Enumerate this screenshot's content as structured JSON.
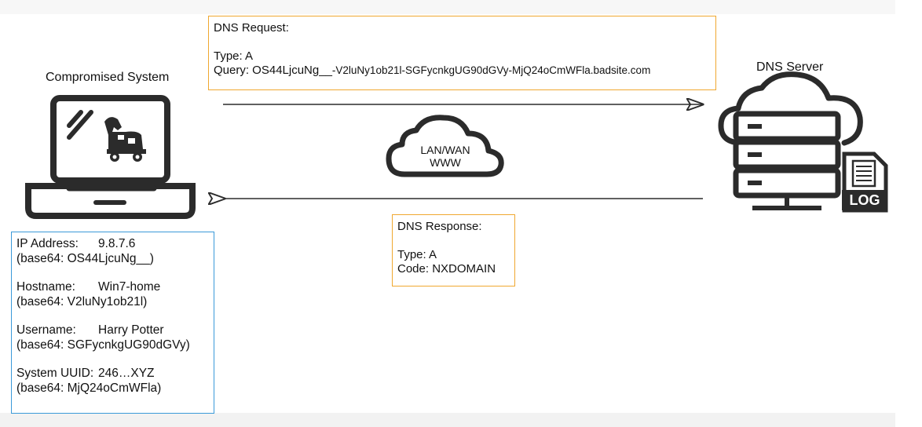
{
  "left": {
    "title": "Compromised System"
  },
  "right": {
    "title": "DNS Server",
    "log_label": "LOG"
  },
  "cloud": {
    "line1": "LAN/WAN",
    "line2": "WWW"
  },
  "request": {
    "heading": "DNS Request:",
    "type": "Type: A",
    "query_prefix": "Query: OS44LjcuNg__",
    "query_rest": "-V2luNy1ob21l-SGFycnkgUG90dGVy-MjQ24oCmWFla.badsite.com"
  },
  "response": {
    "heading": "DNS Response:",
    "type": "Type: A",
    "code": "Code: NXDOMAIN"
  },
  "info": {
    "ip_label": "IP Address:",
    "ip_value": "9.8.7.6",
    "ip_b64": "(base64: OS44LjcuNg__)",
    "host_label": "Hostname:",
    "host_value": "Win7-home",
    "host_b64": "(base64: V2luNy1ob21l)",
    "user_label": "Username:",
    "user_value": "Harry Potter",
    "user_b64": "(base64: SGFycnkgUG90dGVy)",
    "uuid_label": "System UUID:",
    "uuid_value": "246…XYZ",
    "uuid_b64": "(base64: MjQ24oCmWFla)"
  },
  "colors": {
    "orange": "#f0a830",
    "blue": "#3a9ad9",
    "dark": "#2b2b2b"
  },
  "icons": [
    "laptop-icon",
    "trojan-horse-icon",
    "cloud-icon",
    "server-cloud-icon",
    "log-file-icon"
  ]
}
